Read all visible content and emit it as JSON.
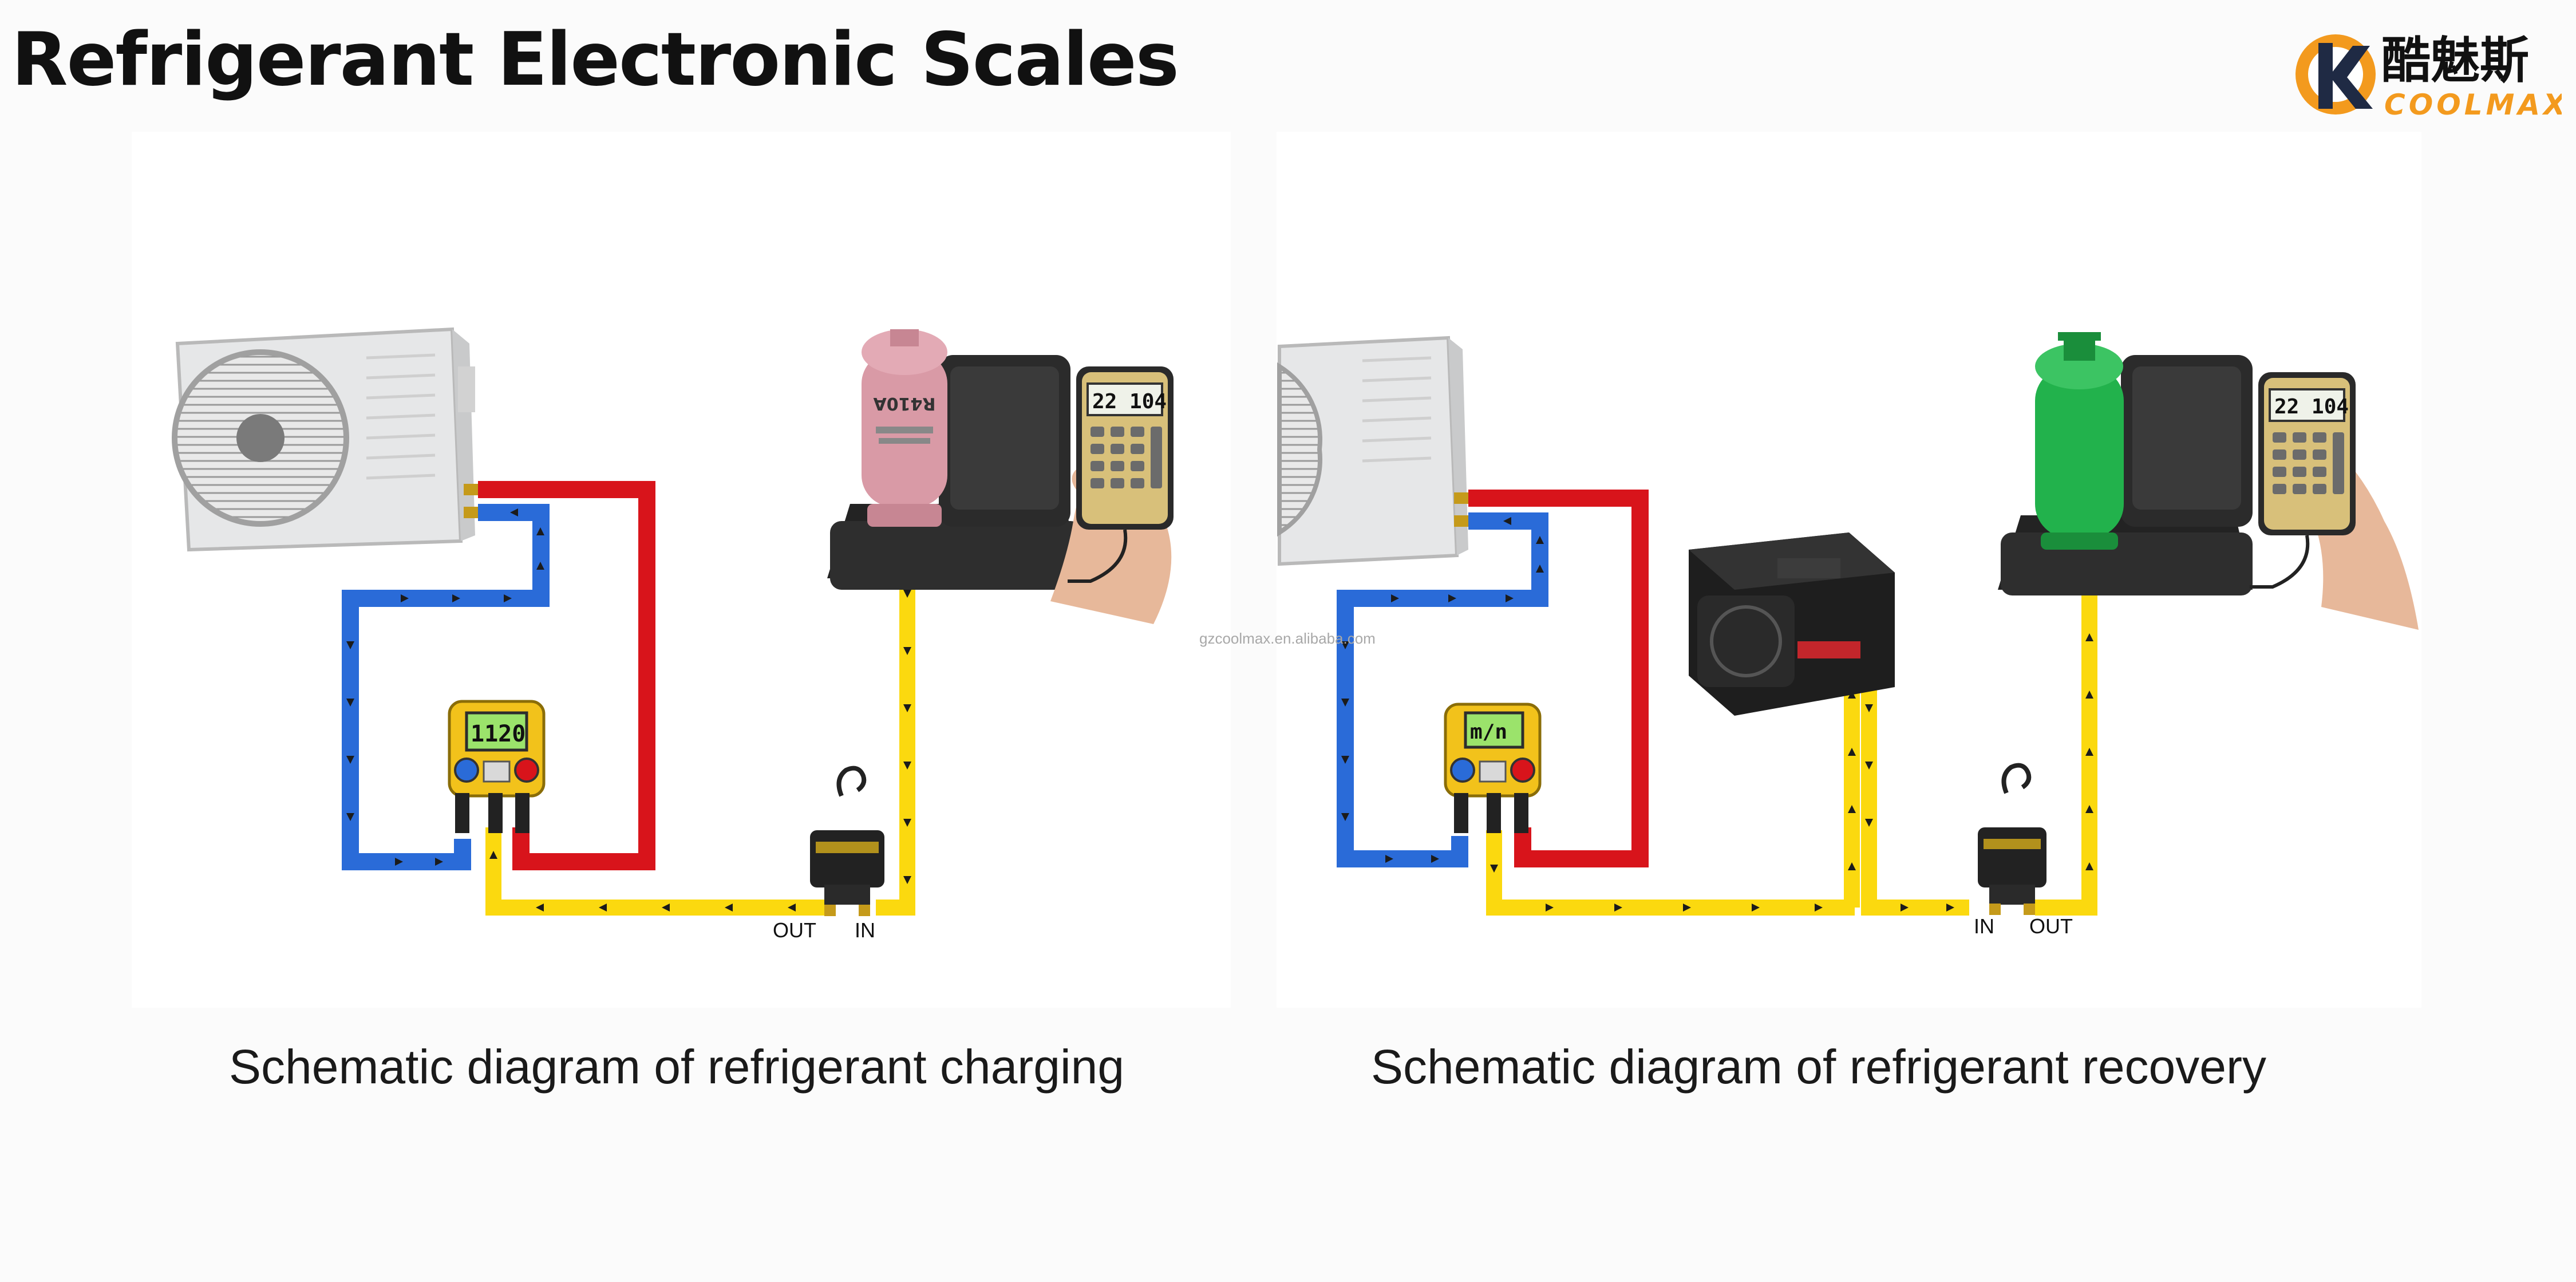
{
  "title": "Refrigerant Electronic Scales",
  "logo": {
    "cn_text": "酷魅斯",
    "en_text": "COOLMAX"
  },
  "watermark": "gzcoolmax.en.alibaba.com",
  "colors": {
    "red": "#d8141b",
    "blue": "#2a6bd8",
    "yellow": "#fbd90f",
    "green": "#22b24c",
    "pink": "#d99aa6"
  },
  "left_diagram": {
    "caption": "Schematic diagram of refrigerant charging",
    "cylinder_label": "R410A",
    "scale_display": "22 104",
    "port_out": "OUT",
    "port_in": "IN"
  },
  "right_diagram": {
    "caption": "Schematic diagram of refrigerant recovery",
    "scale_display": "22 104",
    "port_in": "IN",
    "port_out": "OUT"
  }
}
